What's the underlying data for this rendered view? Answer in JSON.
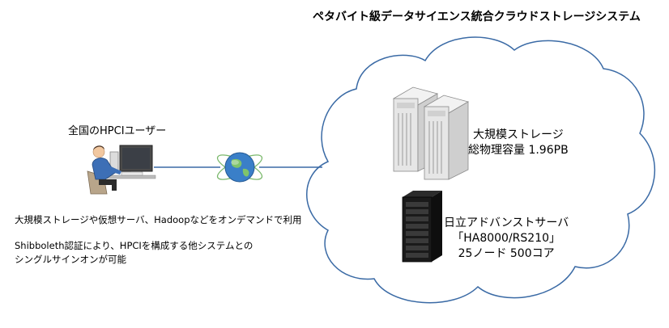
{
  "title": "ペタバイト級データサイエンス統合クラウドストレージシステム",
  "user": {
    "label": "全国のHPCIユーザー",
    "icon": "user-at-computer-icon"
  },
  "network": {
    "icon": "globe-network-icon"
  },
  "notes": [
    "大規模ストレージや仮想サーバ、Hadoopなどをオンデマンドで利用",
    "Shibboleth認証により、HPCIを構成する他システムとの",
    "シングルサインオンが可能"
  ],
  "storage": {
    "icon": "storage-server-icon",
    "label_line1": "大規模ストレージ",
    "label_line2": "総物理容量 1.96PB"
  },
  "server": {
    "icon": "rack-server-icon",
    "label_line1": "日立アドバンストサーバ",
    "label_line2": "「HA8000/RS210」",
    "label_line3": "25ノード 500コア"
  },
  "colors": {
    "cloud_stroke": "#3a6aa5",
    "connector": "#3a6aa5",
    "server_dark": "#1a1a1a",
    "storage_light": "#e8e8e8"
  }
}
